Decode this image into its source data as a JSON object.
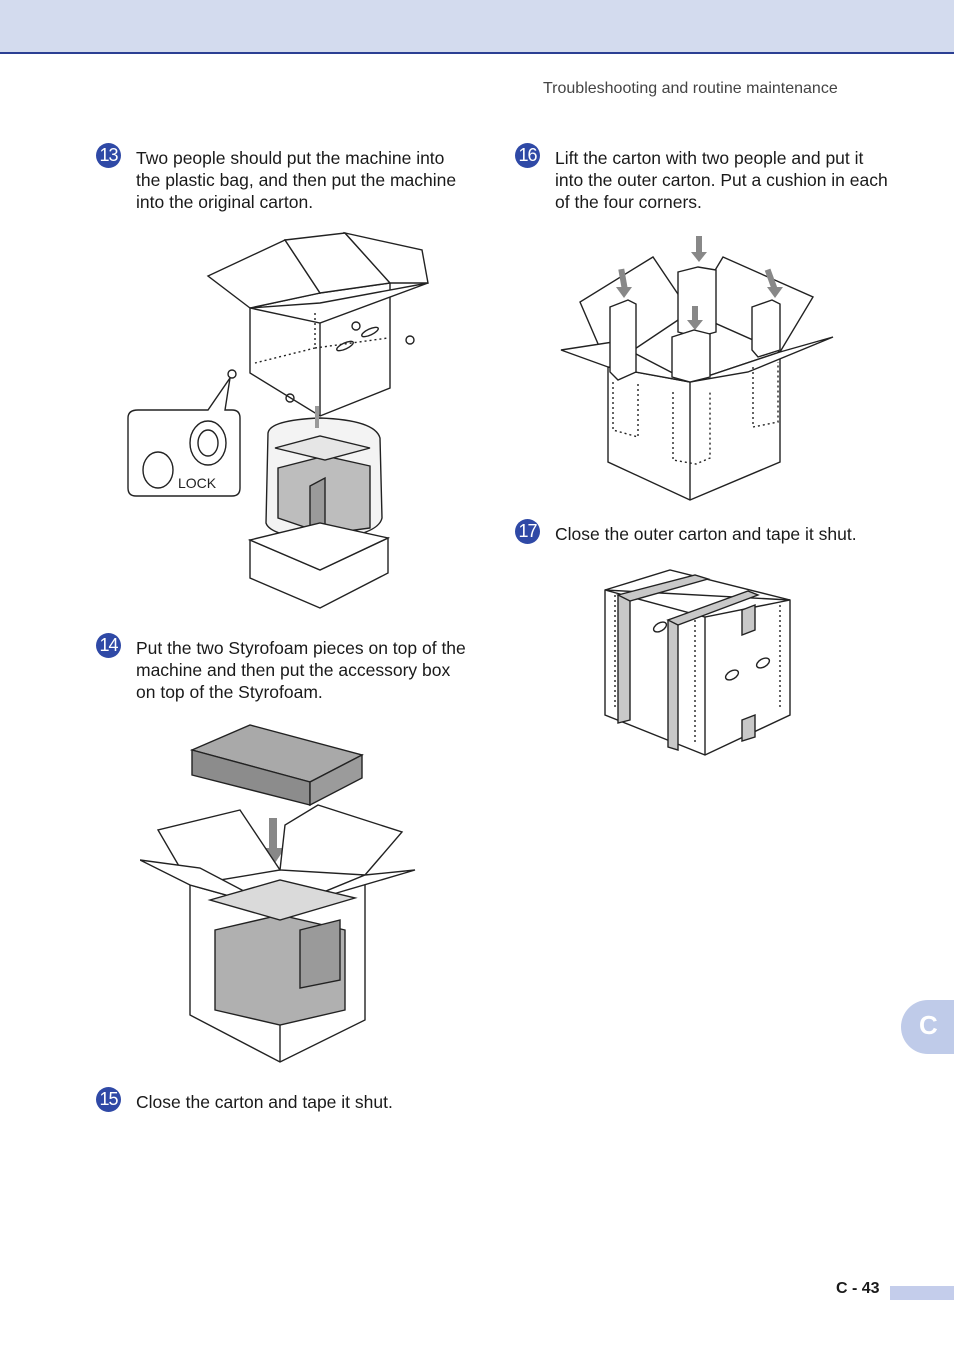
{
  "header": {
    "section_title": "Troubleshooting and routine maintenance"
  },
  "steps": [
    {
      "number": "13",
      "text": "Two people should put the machine into the plastic bag, and then put the machine into the original carton."
    },
    {
      "number": "14",
      "text": "Put the two Styrofoam pieces on top of the machine and then put the accessory box on top of the Styrofoam."
    },
    {
      "number": "15",
      "text": "Close the carton and tape it shut."
    },
    {
      "number": "16",
      "text": "Lift the carton with two people and put it into the outer carton. Put a cushion in each of the four corners."
    },
    {
      "number": "17",
      "text": "Close the outer carton and tape it shut."
    }
  ],
  "figures": {
    "lock_label": "LOCK"
  },
  "side_tab": {
    "letter": "C"
  },
  "footer": {
    "page_number": "C - 43"
  },
  "colors": {
    "accent": "#2f49a6",
    "band": "#d3dbee",
    "tab": "#bfcbe9"
  }
}
